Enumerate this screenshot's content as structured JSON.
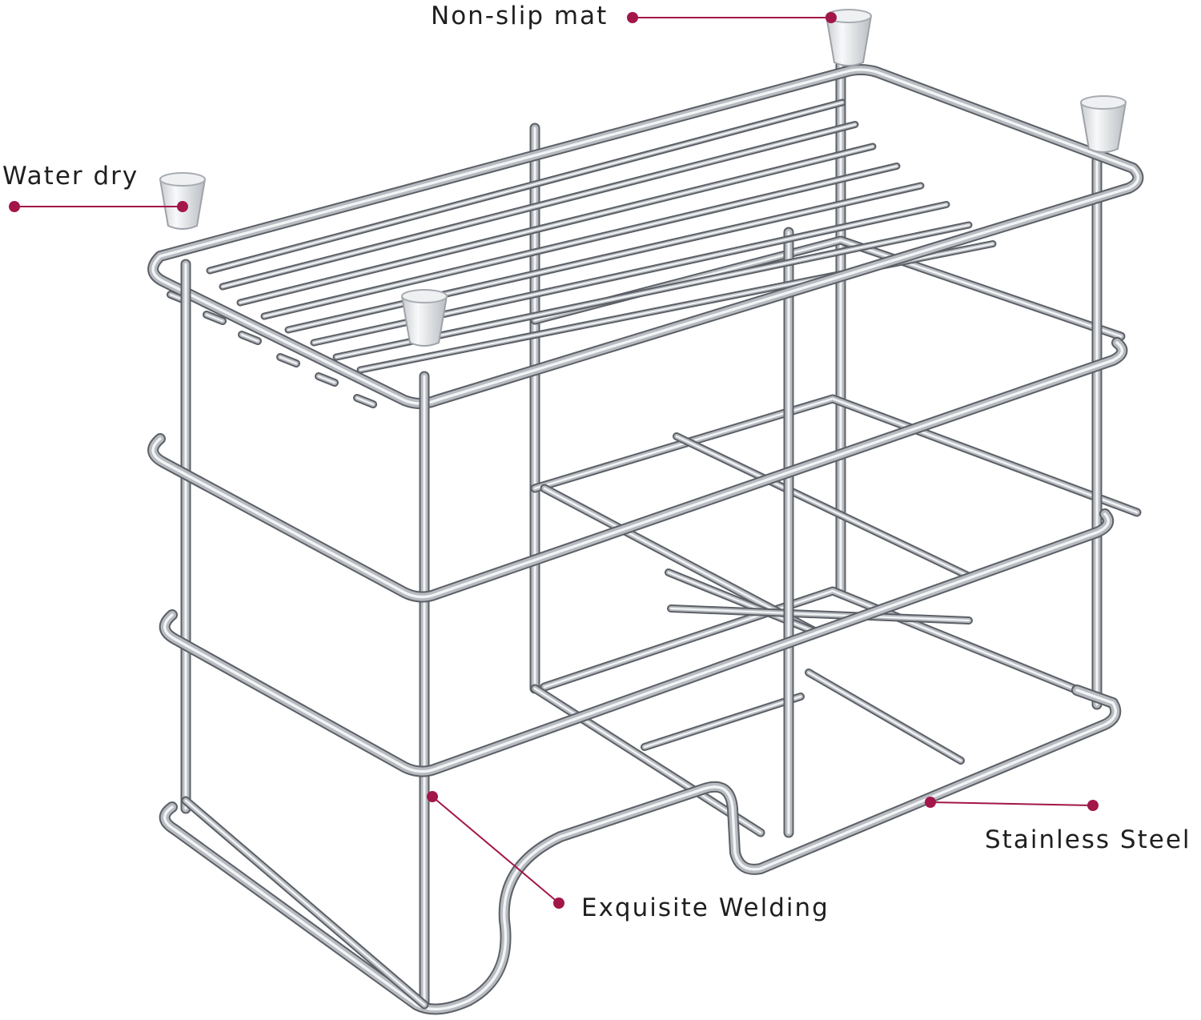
{
  "image": {
    "subject": "stainless-steel wire storage rack with four clear rubber feet",
    "background": "#ffffff",
    "colors": {
      "accent": "#a3164a",
      "label_text": "#1f1f1f",
      "steel_dark": "#5c6066",
      "steel_mid": "#b8bcc1",
      "steel_light": "#f2f4f6",
      "cap": "#dfe1e3"
    }
  },
  "callouts": {
    "non_slip": "Non-slip mat",
    "water_dry": "Water dry",
    "stainless_steel": "Stainless Steel",
    "welding": "Exquisite Welding"
  }
}
